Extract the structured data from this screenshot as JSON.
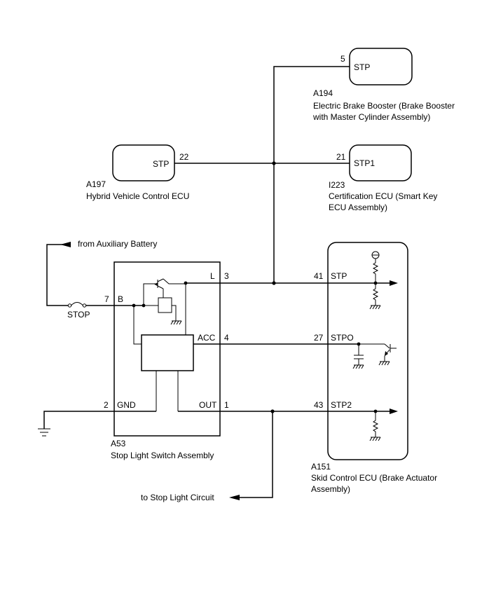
{
  "components": {
    "a194": {
      "id": "A194",
      "name_line1": "Electric Brake Booster (Brake Booster",
      "name_line2": "with Master Cylinder Assembly)",
      "pin_num": "5",
      "pin_label": "STP"
    },
    "a197": {
      "id": "A197",
      "name": "Hybrid Vehicle Control ECU",
      "pin_num": "22",
      "pin_label": "STP"
    },
    "i223": {
      "id": "I223",
      "name_line1": "Certification ECU (Smart Key",
      "name_line2": "ECU Assembly)",
      "pin_num": "21",
      "pin_label": "STP1"
    },
    "a53": {
      "id": "A53",
      "name": "Stop Light Switch Assembly",
      "pins": {
        "b_num": "7",
        "b_label": "B",
        "l_num": "3",
        "l_label": "L",
        "acc_num": "4",
        "acc_label": "ACC",
        "gnd_num": "2",
        "gnd_label": "GND",
        "out_num": "1",
        "out_label": "OUT"
      }
    },
    "a151": {
      "id": "A151",
      "name_line1": "Skid Control ECU (Brake Actuator",
      "name_line2": "Assembly)",
      "pins": {
        "stp_num": "41",
        "stp_label": "STP",
        "stpo_num": "27",
        "stpo_label": "STPO",
        "stp2_num": "43",
        "stp2_label": "STP2"
      }
    }
  },
  "labels": {
    "from_battery": "from Auxiliary Battery",
    "fuse": "STOP",
    "to_stop_light": "to Stop Light Circuit"
  }
}
